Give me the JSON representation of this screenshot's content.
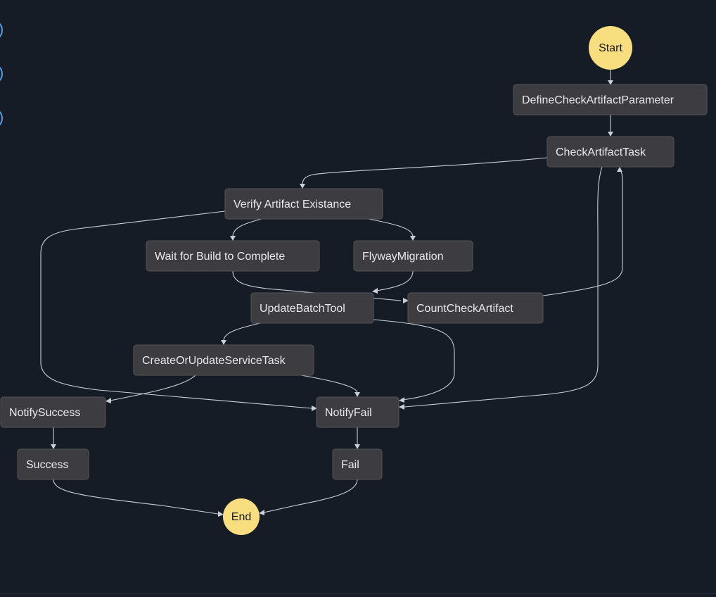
{
  "diagram": {
    "start_label": "Start",
    "end_label": "End",
    "states": {
      "define_check_artifact_parameter": "DefineCheckArtifactParameter",
      "check_artifact_task": "CheckArtifactTask",
      "verify_artifact_existance": "Verify Artifact Existance",
      "wait_for_build": "Wait for Build to Complete",
      "flyway_migration": "FlywayMigration",
      "update_batch_tool": "UpdateBatchTool",
      "count_check_artifact": "CountCheckArtifact",
      "create_or_update_service_task": "CreateOrUpdateServiceTask",
      "notify_success": "NotifySuccess",
      "notify_fail": "NotifyFail",
      "success": "Success",
      "fail": "Fail"
    },
    "colors": {
      "background": "#161c25",
      "state_fill": "#3d3c40",
      "terminal_fill": "#f9de7f",
      "edge": "#c9cfd8",
      "zoom_control": "#539fe5"
    }
  }
}
